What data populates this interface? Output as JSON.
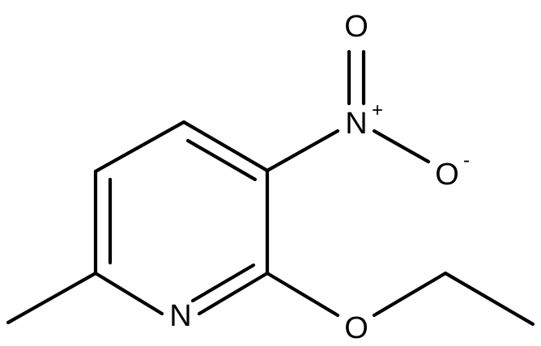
{
  "molecule": {
    "atoms": {
      "ring_nitrogen": "N",
      "nitro_nitrogen": "N",
      "nitro_nitrogen_charge": "+",
      "nitro_oxygen_double": "O",
      "nitro_oxygen_single": "O",
      "nitro_oxygen_single_charge": "-",
      "ether_oxygen": "O"
    },
    "colors": {
      "bond": "#000000",
      "label": "#000000",
      "background": "#ffffff"
    }
  }
}
